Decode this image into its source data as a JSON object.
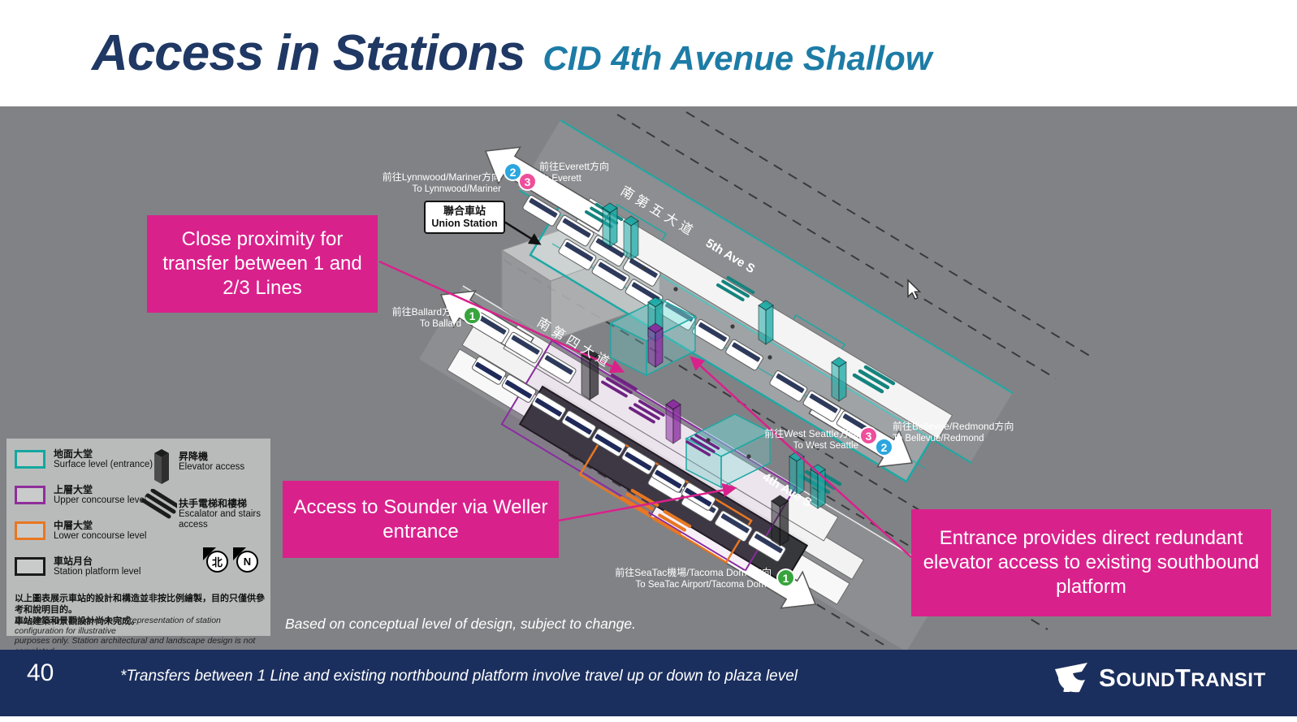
{
  "header": {
    "title": "Access in Stations",
    "subtitle": "CID 4th Avenue Shallow"
  },
  "callouts": {
    "transfer": "Close proximity for transfer between 1 and 2/3 Lines",
    "sounder": "Access to Sounder via Weller entrance",
    "entrance": "Entrance provides direct redundant elevator access to existing southbound platform"
  },
  "diagram": {
    "union_station": {
      "zh": "聯合車站",
      "en": "Union Station"
    },
    "streets": {
      "fifth_zh": "南第五大道",
      "fifth_en": "5th Ave S",
      "fourth_zh": "南第四大道",
      "fourth_en": "4th Ave S"
    },
    "directions": {
      "lynnwood": {
        "zh": "前往Lynnwood/Mariner方向",
        "en": "To Lynnwood/Mariner"
      },
      "everett": {
        "zh": "前往Everett方向",
        "en": "To Everett"
      },
      "ballard": {
        "zh": "前往Ballard方向",
        "en": "To Ballard"
      },
      "west_seattle": {
        "zh": "前往West Seattle方向",
        "en": "To West Seattle"
      },
      "bellevue": {
        "zh": "前往Bellevue/Redmond方向",
        "en": "To Bellevue/Redmond"
      },
      "seatac": {
        "zh": "前往SeaTac機場/Tacoma Dome方向",
        "en": "To SeaTac Airport/Tacoma Dome"
      }
    },
    "line_badges": {
      "line1": "1",
      "line2": "2",
      "line3": "3"
    },
    "note": "Based on conceptual level of design, subject to change."
  },
  "legend": {
    "items": [
      {
        "zh": "地面大堂",
        "en": "Surface level (entrance)",
        "color": "#14A79F"
      },
      {
        "zh": "上層大堂",
        "en": "Upper concourse level",
        "color": "#8F2E9B"
      },
      {
        "zh": "中層大堂",
        "en": "Lower concourse level",
        "color": "#E87722"
      },
      {
        "zh": "車站月台",
        "en": "Station platform level",
        "color": "#1A1A1A"
      }
    ],
    "elevator": {
      "zh": "昇降機",
      "en": "Elevator access"
    },
    "escalator": {
      "zh": "扶手電梯和樓梯",
      "en": "Escalator and stairs access"
    },
    "north_zh": "北",
    "north_en": "N",
    "disclaimer_zh1": "以上圖表展示車站的設計和構造並非按比例繪製，目的只僅供參考和說明目的。",
    "disclaimer_zh2": "車站建築和景觀設計尚未完成。",
    "disclaimer_en1": "Diagrams are an approximate representation of station configuration for illustrative",
    "disclaimer_en2": "purposes only.  Station architectural and landscape design is not completed."
  },
  "footer": {
    "page_number": "40",
    "note": "*Transfers between 1 Line and existing northbound platform involve travel up or down to plaza level",
    "logo": {
      "s1": "S",
      "r1": "OUND",
      "s2": "T",
      "r2": "RANSIT"
    }
  },
  "colors": {
    "background_gray": "#818286",
    "accent_magenta": "#D9218C",
    "title_navy": "#1F3864",
    "subtitle_teal": "#1D7CA6",
    "footer_navy": "#1B2F5E",
    "line1_green": "#37A43C",
    "line2_blue": "#2BA6DE",
    "line3_pink": "#EE4E9B",
    "level_surface_teal": "#14A79F",
    "level_upper_purple": "#8F2E9B",
    "level_lower_orange": "#E87722",
    "level_platform_black": "#1A1A1A"
  }
}
